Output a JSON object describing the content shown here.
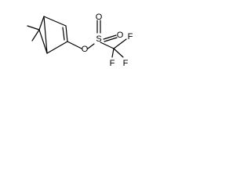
{
  "molecule": {
    "atoms": {
      "oxygen_ester": "O",
      "sulfur": "S",
      "oxygen_top": "O",
      "oxygen_bottom": "O",
      "fluorine_top": "F",
      "fluorine_left": "F",
      "fluorine_right": "F"
    },
    "colors": {
      "bond": "#000000",
      "label": "#000000",
      "background": "#ffffff"
    }
  }
}
